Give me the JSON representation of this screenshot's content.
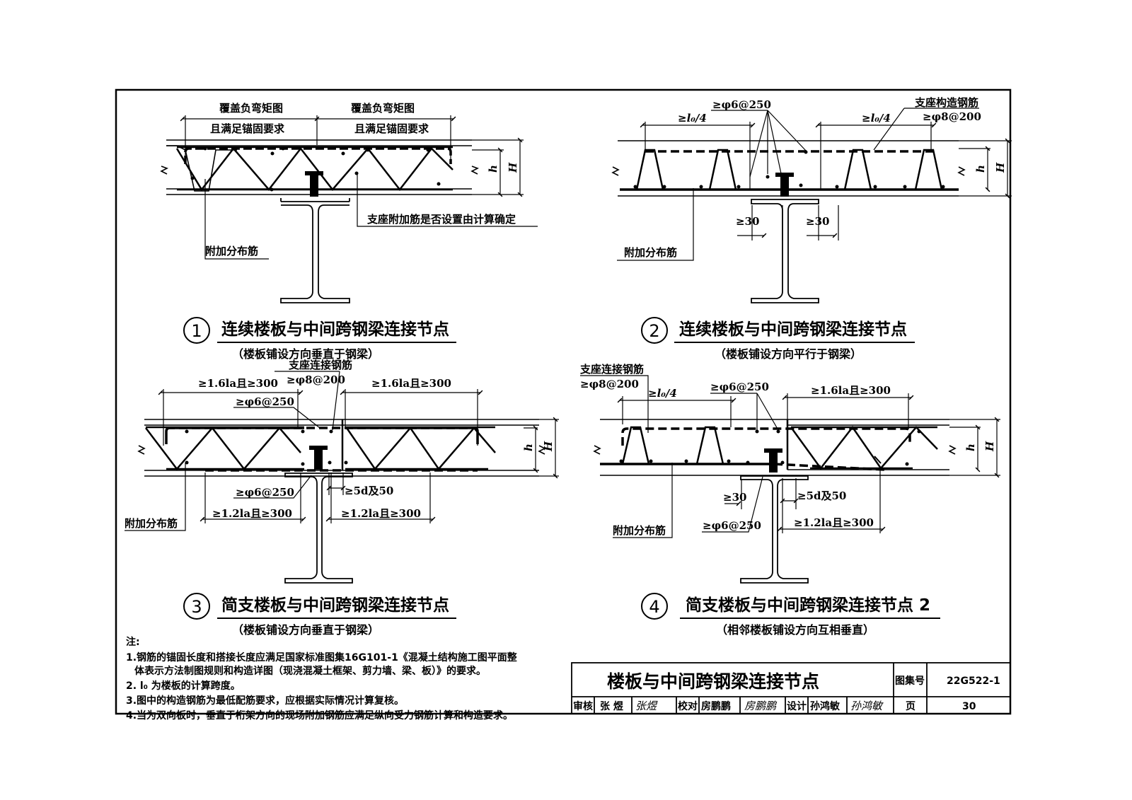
{
  "detail1": {
    "number": "1",
    "title": "连续楼板与中间跨钢梁连接节点",
    "subtitle": "（楼板铺设方向垂直于钢梁）",
    "label_cover_left": "覆盖负弯矩图",
    "label_anchor_left": "且满足锚固要求",
    "label_cover_right": "覆盖负弯矩图",
    "label_anchor_right": "且满足锚固要求",
    "label_support_bar": "支座附加筋是否设置由计算确定",
    "label_dist_bar": "附加分布筋",
    "dim_h": "h",
    "dim_H": "H"
  },
  "detail2": {
    "number": "2",
    "title": "连续楼板与中间跨钢梁连接节点",
    "subtitle": "（楼板铺设方向平行于钢梁）",
    "label_bar_6": "≥φ6@250",
    "label_support_struct": "支座构造钢筋",
    "label_bar_8": "≥φ8@200",
    "label_l0_left": "≥l₀/4",
    "label_l0_right": "≥l₀/4",
    "label_30_left": "≥30",
    "label_30_right": "≥30",
    "label_dist_bar": "附加分布筋",
    "dim_h": "h",
    "dim_H": "H"
  },
  "detail3": {
    "number": "3",
    "title": "简支楼板与中间跨钢梁连接节点",
    "subtitle": "（楼板铺设方向垂直于钢梁）",
    "label_support_conn": "支座连接钢筋",
    "label_bar_8": "≥φ8@200",
    "label_top_left": "≥1.6la且≥300",
    "label_top_right": "≥1.6la且≥300",
    "label_bar_6_top": "≥φ6@250",
    "label_bar_6_bot": "≥φ6@250",
    "label_5d": "≥5d及50",
    "label_bot_left": "≥1.2la且≥300",
    "label_bot_right": "≥1.2la且≥300",
    "label_dist_bar": "附加分布筋",
    "dim_h": "h",
    "dim_H": "H"
  },
  "detail4": {
    "number": "4",
    "title": "简支楼板与中间跨钢梁连接节点 2",
    "subtitle": "（相邻楼板铺设方向互相垂直）",
    "label_support_conn": "支座连接钢筋",
    "label_bar_8": "≥φ8@200",
    "label_l0": "≥l₀/4",
    "label_bar_6_top": "≥φ6@250",
    "label_top_right": "≥1.6la且≥300",
    "label_30": "≥30",
    "label_5d": "≥5d及50",
    "label_bar_6_bot": "≥φ6@250",
    "label_bot_right": "≥1.2la且≥300",
    "label_dist_bar": "附加分布筋",
    "dim_h": "h",
    "dim_H": "H"
  },
  "notes": {
    "heading": "注:",
    "n1a": "1.钢筋的锚固长度和搭接长度应满足国家标准图集16G101-1《混凝土结构施工图平面整",
    "n1b": "体表示方法制图规则和构造详图（现浇混凝土框架、剪力墙、梁、板）》的要求。",
    "n2": "2. l₀ 为楼板的计算跨度。",
    "n3": "3.图中的构造钢筋为最低配筋要求，应根据实际情况计算复核。",
    "n4": "4.当为双向板时，垂直于桁架方向的现场附加钢筋应满足纵向受力钢筋计算和构造要求。"
  },
  "title_block": {
    "sheet_title": "楼板与中间跨钢梁连接节点",
    "atlas_label": "图集号",
    "atlas_no": "22G522-1",
    "review_label": "审核",
    "reviewer": "张 煜",
    "reviewer_sign": "张煜",
    "check_label": "校对",
    "checker": "房鹏鹏",
    "checker_sign": "房鹏鹏",
    "design_label": "设计",
    "designer": "孙鸿敏",
    "designer_sign": "孙鸿敏",
    "page_label": "页",
    "page_no": "30"
  }
}
